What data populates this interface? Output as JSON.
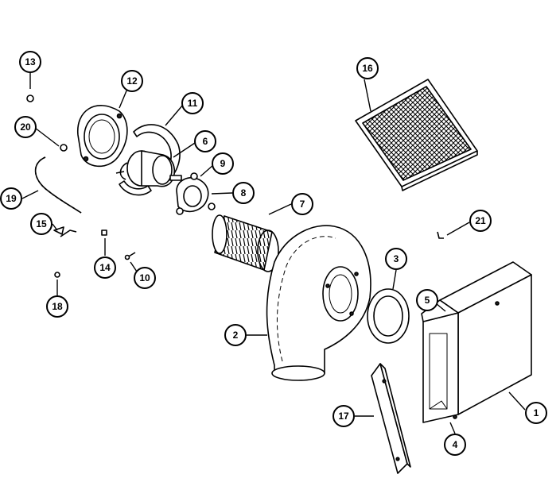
{
  "diagram": {
    "callouts": [
      {
        "id": "c1",
        "label": "1"
      },
      {
        "id": "c2",
        "label": "2"
      },
      {
        "id": "c3",
        "label": "3"
      },
      {
        "id": "c4",
        "label": "4"
      },
      {
        "id": "c5",
        "label": "5"
      },
      {
        "id": "c6",
        "label": "6"
      },
      {
        "id": "c7",
        "label": "7"
      },
      {
        "id": "c8",
        "label": "8"
      },
      {
        "id": "c9",
        "label": "9"
      },
      {
        "id": "c10",
        "label": "10"
      },
      {
        "id": "c11",
        "label": "11"
      },
      {
        "id": "c12",
        "label": "12"
      },
      {
        "id": "c13",
        "label": "13"
      },
      {
        "id": "c14",
        "label": "14"
      },
      {
        "id": "c15",
        "label": "15"
      },
      {
        "id": "c16",
        "label": "16"
      },
      {
        "id": "c17",
        "label": "17"
      },
      {
        "id": "c18",
        "label": "18"
      },
      {
        "id": "c19",
        "label": "19"
      },
      {
        "id": "c20",
        "label": "20"
      },
      {
        "id": "c21",
        "label": "21"
      }
    ],
    "line_color": "#000000",
    "background": "#ffffff"
  }
}
